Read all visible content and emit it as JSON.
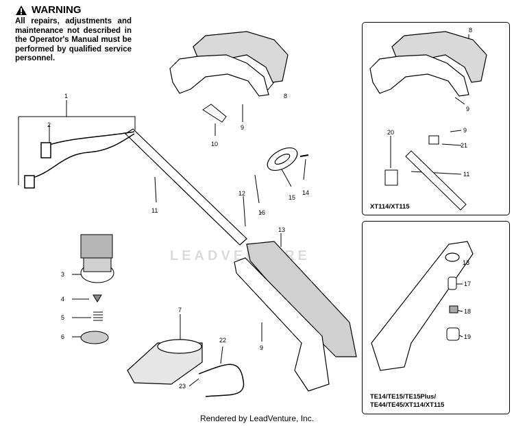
{
  "warning": {
    "title": "WARNING",
    "text": "All repairs, adjustments and maintenance not described in the Operator's Manual must be performed by qualified service personnel."
  },
  "watermark": "LEADVENTURE",
  "footer": "Rendered by LeadVenture, Inc.",
  "box_xt": {
    "caption": "XT114/XT115"
  },
  "box_te": {
    "caption": "TE14/TE15/TE15Plus/ TE44/TE45/XT114/XT115"
  },
  "callouts": {
    "c1": "1",
    "c2": "2",
    "c3": "3",
    "c4": "4",
    "c5": "5",
    "c6": "6",
    "c7": "7",
    "c8": "8",
    "c9a": "9",
    "c9b": "9",
    "c10": "10",
    "c11": "11",
    "c12": "12",
    "c13": "13",
    "c14": "14",
    "c15": "15",
    "c16": "16",
    "c22": "22",
    "c23": "23",
    "x8": "8",
    "x9a": "9",
    "x9b": "9",
    "x20": "20",
    "x21": "21",
    "x11": "11",
    "t13": "13",
    "t17": "17",
    "t18": "18",
    "t19": "19"
  }
}
